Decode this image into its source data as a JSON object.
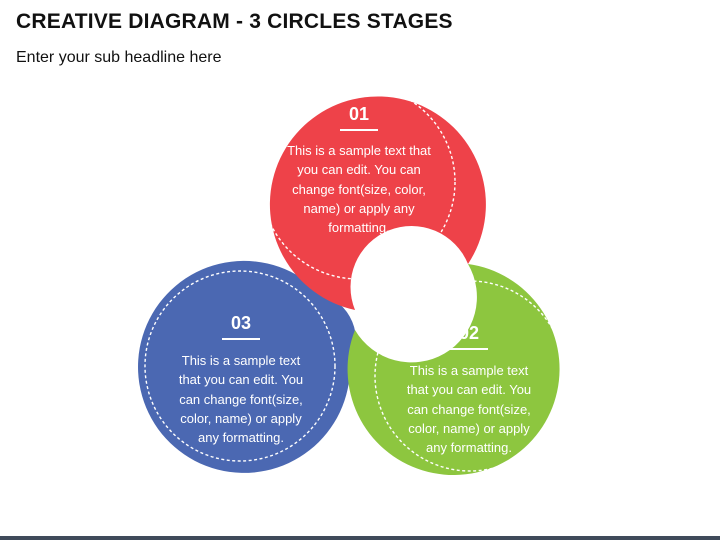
{
  "header": {
    "title": "CREATIVE DIAGRAM - 3 CIRCLES STAGES",
    "subtitle": "Enter your sub headline here"
  },
  "colors": {
    "stage_01": "#ee4249",
    "stage_02": "#8dc63f",
    "stage_03": "#4b68b2",
    "bottom_bar": "#3f4a5a"
  },
  "stages": [
    {
      "number": "01",
      "text": "This is a sample text that you can edit. You can change font(size, color, name) or apply any formatting."
    },
    {
      "number": "02",
      "text": "This is a sample text that you can edit. You can change font(size, color, name) or apply any formatting."
    },
    {
      "number": "03",
      "text": "This is a sample text that you can edit. You can change font(size, color, name) or apply any formatting."
    }
  ]
}
